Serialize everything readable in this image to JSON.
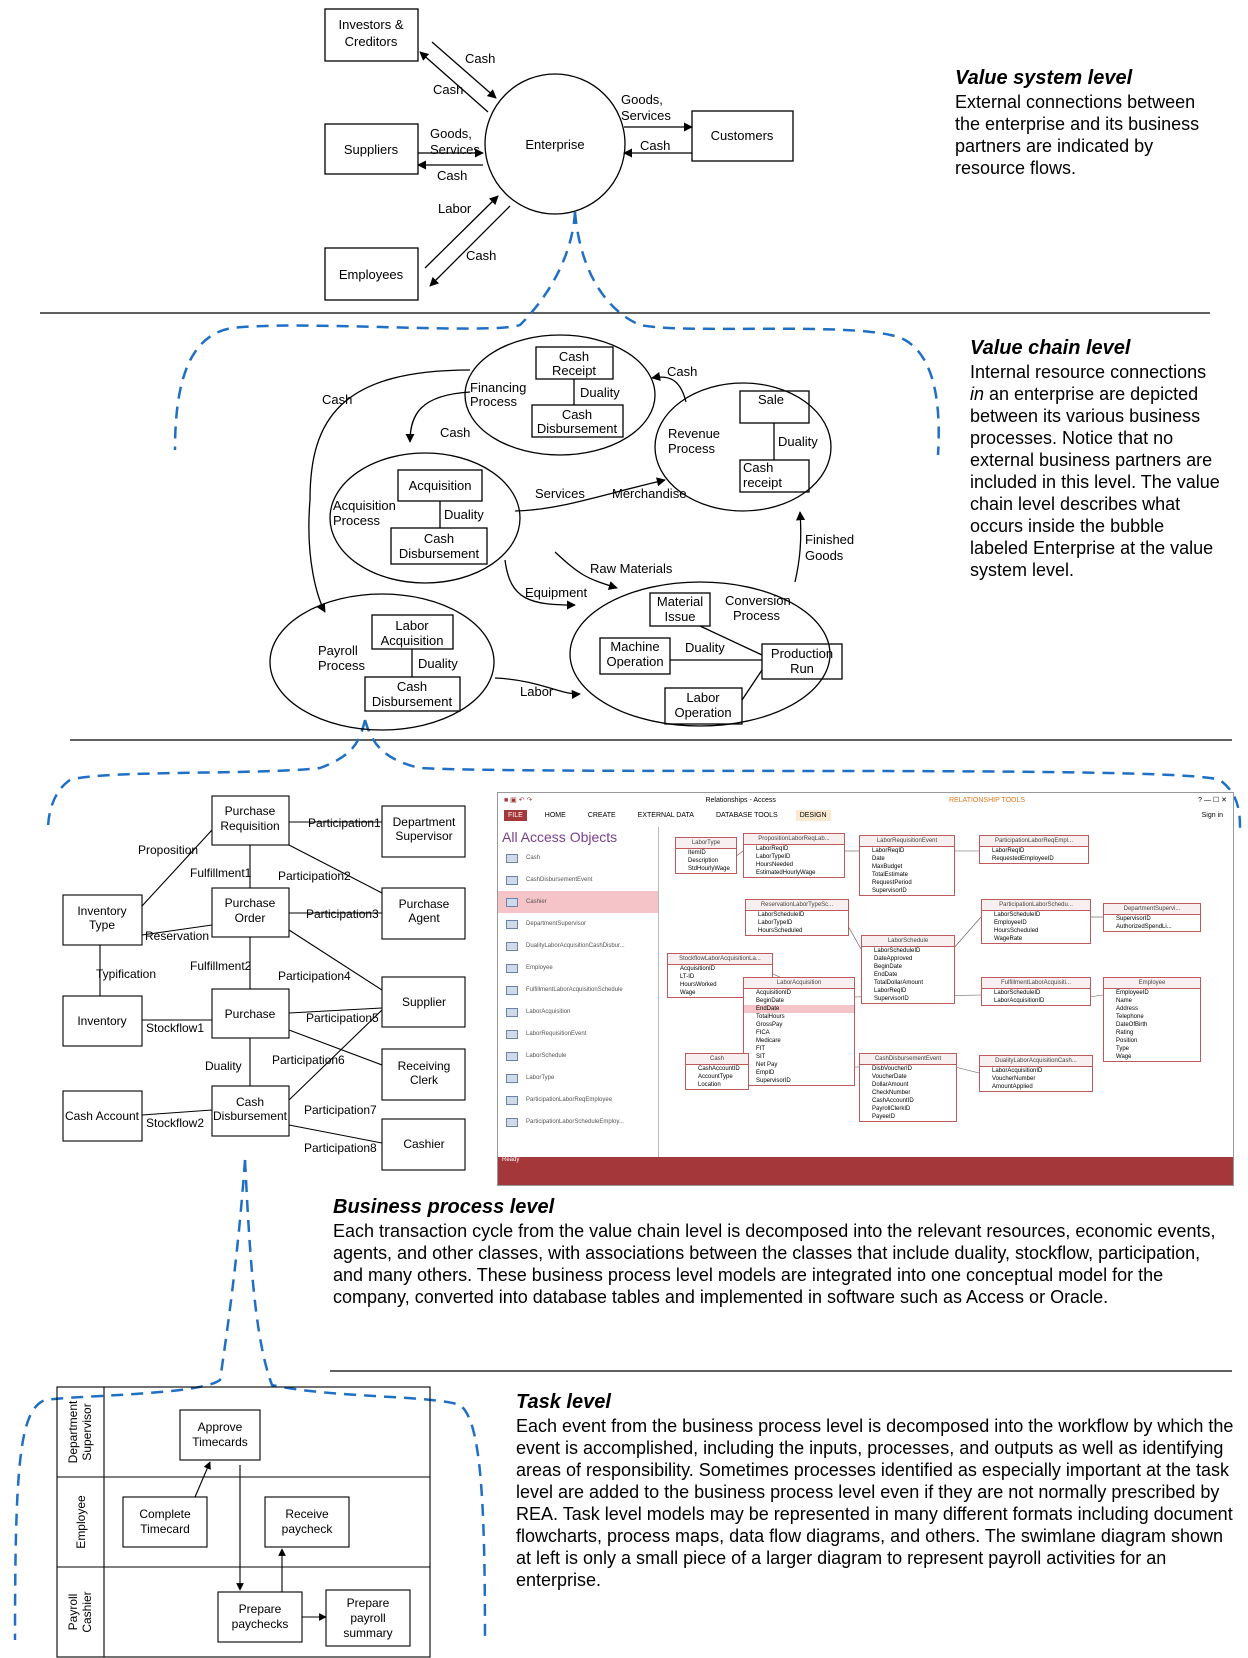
{
  "value_system": {
    "heading": "Value system level",
    "description": "External connections between the enterprise and its business partners are indicated by resource flows.",
    "nodes": {
      "investors": [
        "Investors &",
        "Creditors"
      ],
      "suppliers": "Suppliers",
      "employees": "Employees",
      "customers": "Customers",
      "enterprise": "Enterprise"
    },
    "flows": {
      "cash": "Cash",
      "goods_services": [
        "Goods,",
        "Services"
      ],
      "labor": "Labor"
    }
  },
  "value_chain": {
    "heading": "Value chain level",
    "description_pre": "Internal resource connections ",
    "description_em": "in",
    "description_post": " an enterprise are depicted between its various business processes. Notice that no external business partners are included in this level. The value chain level describes what occurs inside the bubble labeled Enterprise at the value system level.",
    "financing": {
      "label": [
        "Financing",
        "Process"
      ],
      "event1": [
        "Cash",
        "Receipt"
      ],
      "event2": [
        "Cash",
        "Disbursement"
      ],
      "duality": "Duality"
    },
    "revenue": {
      "label": [
        "Revenue",
        "Process"
      ],
      "event1": "Sale",
      "event2": [
        "Cash",
        "receipt"
      ],
      "duality": "Duality"
    },
    "acquisition": {
      "label": [
        "Acquisition",
        "Process"
      ],
      "event1": "Acquisition",
      "event2": [
        "Cash",
        "Disbursement"
      ],
      "duality": "Duality"
    },
    "payroll": {
      "label": [
        "Payroll",
        "Process"
      ],
      "event1": [
        "Labor",
        "Acquisition"
      ],
      "event2": [
        "Cash",
        "Disbursement"
      ],
      "duality": "Duality"
    },
    "conversion": {
      "label": [
        "Conversion",
        "Process"
      ],
      "e1": [
        "Material",
        "Issue"
      ],
      "e2": [
        "Machine",
        "Operation"
      ],
      "e3": [
        "Production",
        "Run"
      ],
      "e4": [
        "Labor",
        "Operation"
      ],
      "duality": "Duality"
    },
    "flows": {
      "cash": "Cash",
      "services": "Services",
      "merchandise": "Merchandise",
      "raw": "Raw Materials",
      "equipment": "Equipment",
      "finished": [
        "Finished",
        "Goods"
      ],
      "labor": "Labor"
    }
  },
  "business_process": {
    "heading": "Business process level",
    "description": "Each transaction cycle from the value chain level is decomposed into the relevant resources, economic events, agents, and other classes, with associations between the classes that include duality, stockflow, participation, and many others. These business process level models are integrated into one conceptual model for the company, converted into database tables and implemented in software such as Access or Oracle.",
    "boxes": {
      "purchase_req": [
        "Purchase",
        "Requisition"
      ],
      "dept_sup": [
        "Department",
        "Supervisor"
      ],
      "inv_type": [
        "Inventory",
        "Type"
      ],
      "purchase_order": [
        "Purchase",
        "Order"
      ],
      "purchase_agent": [
        "Purchase",
        "Agent"
      ],
      "inventory": "Inventory",
      "purchase": "Purchase",
      "supplier": "Supplier",
      "receiving": [
        "Receiving",
        "Clerk"
      ],
      "cash_account": "Cash Account",
      "cash_disb": [
        "Cash",
        "Disbursement"
      ],
      "cashier": "Cashier"
    },
    "assoc": {
      "proposition": "Proposition",
      "fulfillment1": "Fulfillment1",
      "fulfillment2": "Fulfillment2",
      "reservation": "Reservation",
      "typification": "Typification",
      "stockflow1": "Stockflow1",
      "stockflow2": "Stockflow2",
      "duality": "Duality",
      "p1": "Participation1",
      "p2": "Participation2",
      "p3": "Participation3",
      "p4": "Participation4",
      "p5": "Participation5",
      "p6": "Participation6",
      "p7": "Participation7",
      "p8": "Participation8"
    }
  },
  "access": {
    "title": "Relationships - Access",
    "tools_label": "RELATIONSHIP TOOLS",
    "controls": "? — ☐ ✕",
    "signin": "Sign in",
    "tabs": {
      "file": "FILE",
      "home": "HOME",
      "create": "CREATE",
      "external": "EXTERNAL DATA",
      "dbtools": "DATABASE TOOLS",
      "design": "DESIGN"
    },
    "nav_title": "All Access Objects",
    "nav_items": [
      "Cash",
      "CashDisbursementEvent",
      "Cashier",
      "DepartmentSupervisor",
      "DualityLaborAcquisitionCashDisbur...",
      "Employee",
      "FulfillmentLaborAcquisitionSchedule",
      "LaborAcquisition",
      "LaborRequisitionEvent",
      "LaborSchedule",
      "LaborType",
      "ParticipationLaborReqEmployee",
      "ParticipationLaborScheduleEmploy..."
    ],
    "status": "Ready",
    "tables": {
      "labortype": {
        "name": "LaborType",
        "fields": [
          "ItemID",
          "Description",
          "StdHourlyWage"
        ]
      },
      "proplabor": {
        "name": "PropositionLaborReqLab...",
        "fields": [
          "LaborReqID",
          "LaborTypeID",
          "HoursNeeded",
          "EstimatedHourlyWage"
        ]
      },
      "laborreq": {
        "name": "LaborRequisitionEvent",
        "fields": [
          "LaborReqID",
          "Date",
          "MaxBudget",
          "TotalEstimate",
          "RequestPeriod",
          "SupervisorID"
        ]
      },
      "partreq": {
        "name": "ParticipationLaborReqEmpl...",
        "fields": [
          "LaborReqID",
          "RequestedEmployeeID"
        ]
      },
      "reslabor": {
        "name": "ReservationLaborTypeSc...",
        "fields": [
          "LaborScheduleID",
          "LaborTypeID",
          "HoursScheduled"
        ]
      },
      "partsched": {
        "name": "ParticipationLaborSchedu...",
        "fields": [
          "LaborScheduleID",
          "EmployeeID",
          "HoursScheduled",
          "WageRate"
        ]
      },
      "deptsup": {
        "name": "DepartmentSupervi...",
        "fields": [
          "SupervisorID",
          "AuthorizedSpendLi..."
        ]
      },
      "laborsched": {
        "name": "LaborSchedule",
        "fields": [
          "LaborScheduleID",
          "DateApproved",
          "BeginDate",
          "EndDate",
          "TotalDollarAmount",
          "LaborReqID",
          "SupervisorID"
        ]
      },
      "stockflow": {
        "name": "StockflowLaborAcquisitionLa...",
        "fields": [
          "AcquisitionID",
          "LT-ID",
          "HoursWorked",
          "Wage"
        ]
      },
      "laboracq": {
        "name": "LaborAcquisition",
        "fields": [
          "AcquisitionID",
          "BeginDate",
          "EndDate",
          "TotalHours",
          "GrossPay",
          "FICA",
          "Medicare",
          "FIT",
          "SIT",
          "Net Pay",
          "EmpID",
          "SupervisorID"
        ]
      },
      "fulfill": {
        "name": "FulfillmentLaborAcquisiti...",
        "fields": [
          "LaborScheduleID",
          "LaborAcquisitionID"
        ]
      },
      "employee": {
        "name": "Employee",
        "fields": [
          "EmployeeID",
          "Name",
          "Address",
          "Telephone",
          "DateOfBirth",
          "Rating",
          "Position",
          "Type",
          "Wage"
        ]
      },
      "cash": {
        "name": "Cash",
        "fields": [
          "CashAccountID",
          "AccountType",
          "Location"
        ]
      },
      "cashdisb": {
        "name": "CashDisbursementEvent",
        "fields": [
          "DisbVoucherID",
          "VoucherDate",
          "DollarAmount",
          "CheckNumber",
          "CashAccountID",
          "PayrollClerkID",
          "PayeeID"
        ]
      },
      "duality": {
        "name": "DualityLaborAcquisitionCash...",
        "fields": [
          "LaborAcquisitionID",
          "VoucherNumber",
          "AmountApplied"
        ]
      }
    }
  },
  "task": {
    "heading": "Task level",
    "description": "Each event from the business process level is decomposed into the workflow by which the event is accomplished, including the inputs, processes, and outputs as well as identifying areas of responsibility. Sometimes processes identified as especially important at the task level are added to the business process level even if they are not normally prescribed by REA. Task level models may be represented in many different formats including document flowcharts, process maps, data flow diagrams, and others. The swimlane diagram shown at left is only a small piece of a larger diagram to represent payroll activities for an enterprise.",
    "lanes": [
      [
        "Department",
        "Supervisor"
      ],
      [
        "Employee"
      ],
      [
        "Payroll",
        "Cashier"
      ]
    ],
    "steps": {
      "approve": [
        "Approve",
        "Timecards"
      ],
      "complete": [
        "Complete",
        "Timecard"
      ],
      "receive": [
        "Receive",
        "paycheck"
      ],
      "prepare": [
        "Prepare",
        "paychecks"
      ],
      "summary": [
        "Prepare",
        "payroll",
        "summary"
      ]
    }
  }
}
